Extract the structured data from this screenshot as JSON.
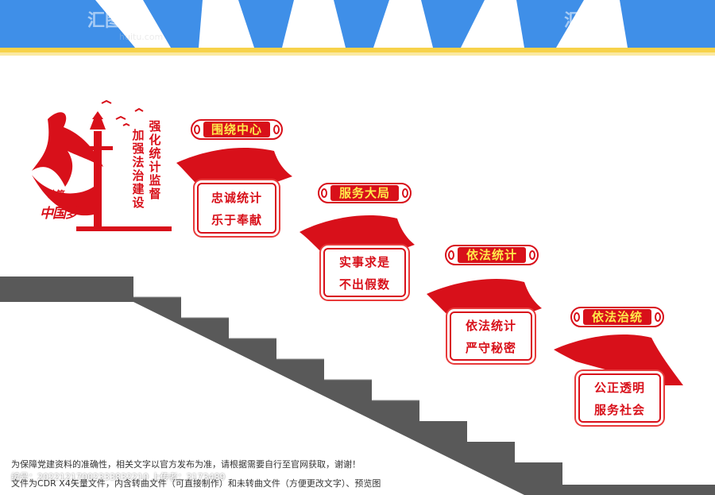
{
  "colors": {
    "red": "#d8101a",
    "gold": "#ffe94a",
    "sky": "#3f8fe8",
    "stairs": "#595959"
  },
  "logo": {
    "slogan_col1": "加强法治建设",
    "slogan_col2": "强化统计监督",
    "small": "共筑",
    "dream": "中国梦",
    "icon": "huabiao-flag-icon"
  },
  "steps": [
    {
      "title": "围绕中心",
      "line1": "忠诚统计",
      "line2": "乐于奉献"
    },
    {
      "title": "服务大局",
      "line1": "实事求是",
      "line2": "不出假数"
    },
    {
      "title": "依法统计",
      "line1": "依法统计",
      "line2": "严守秘密"
    },
    {
      "title": "依法治统",
      "line1": "公正透明",
      "line2": "服务社会"
    }
  ],
  "watermark": {
    "logo": "汇图",
    "url": "huitu.com",
    "id_text": "编号：20221217002333832210 上传者：3173489"
  },
  "footer": {
    "line1": "为保障党建资料的准确性，相关文字以官方发布为准，请根据需要自行至官网获取，谢谢！",
    "line2": "文件为CDR X4矢量文件，内含转曲文件（可直接制作）和未转曲文件（方便更改文字）、预览图"
  }
}
